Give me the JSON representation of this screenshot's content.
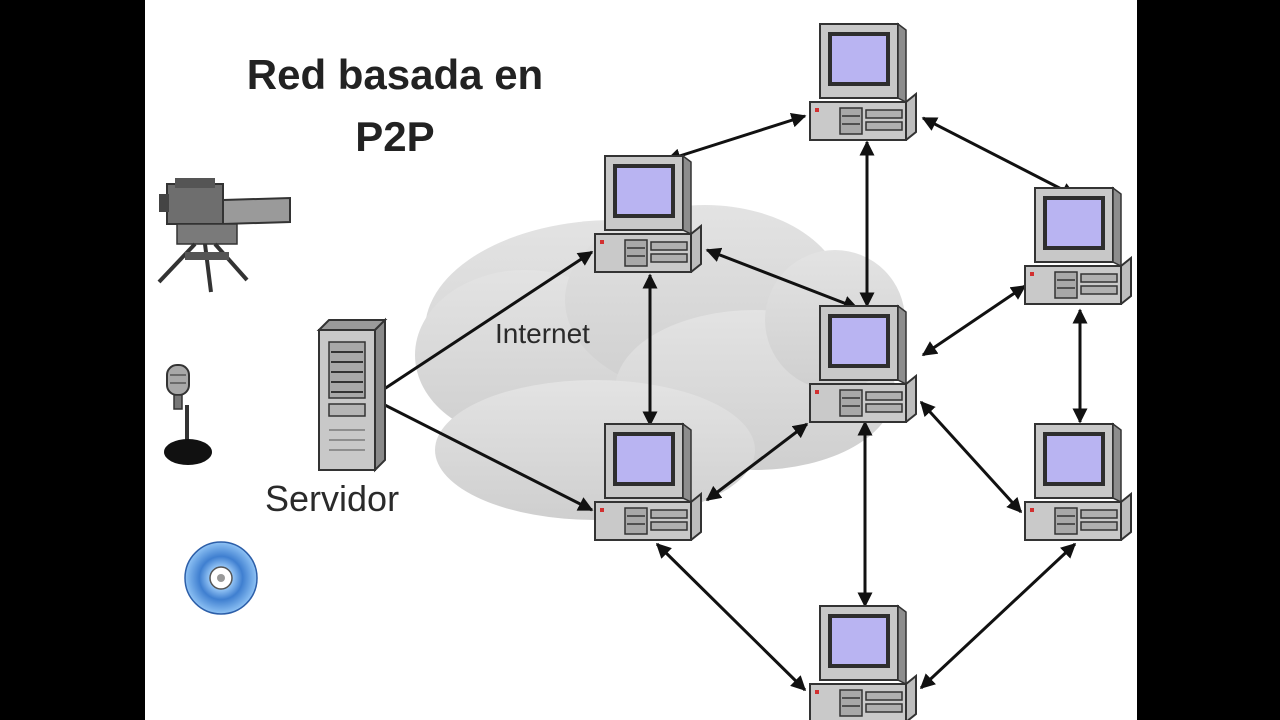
{
  "diagram": {
    "title_line1": "Red basada en",
    "title_line2": "P2P",
    "cloud_label": "Internet",
    "server_label": "Servidor"
  },
  "colors": {
    "background": "#ffffff",
    "side_bars": "#000000",
    "screen": "#b9b4f2",
    "casing": "#c4c4c4",
    "cloud": "#d6d6d6",
    "arrow": "#111111",
    "led": "#d23030"
  },
  "nodes": {
    "peers": [
      "peer-top",
      "peer-upper-left",
      "peer-center",
      "peer-right-upper",
      "peer-lower-left",
      "peer-right-lower",
      "peer-bottom"
    ],
    "server": "server-tower",
    "media_icons": [
      "camera-icon",
      "microphone-icon",
      "cd-disc-icon"
    ]
  },
  "connections": [
    [
      "server-tower",
      "peer-upper-left"
    ],
    [
      "server-tower",
      "peer-lower-left"
    ],
    [
      "peer-upper-left",
      "peer-top"
    ],
    [
      "peer-top",
      "peer-right-upper"
    ],
    [
      "peer-top",
      "peer-center"
    ],
    [
      "peer-upper-left",
      "peer-center"
    ],
    [
      "peer-upper-left",
      "peer-lower-left"
    ],
    [
      "peer-center",
      "peer-right-upper"
    ],
    [
      "peer-right-upper",
      "peer-right-lower"
    ],
    [
      "peer-lower-left",
      "peer-center"
    ],
    [
      "peer-center",
      "peer-right-lower"
    ],
    [
      "peer-center",
      "peer-bottom"
    ],
    [
      "peer-lower-left",
      "peer-bottom"
    ],
    [
      "peer-right-lower",
      "peer-bottom"
    ]
  ]
}
